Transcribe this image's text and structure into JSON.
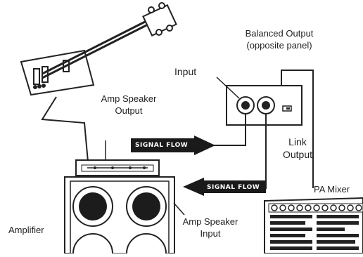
{
  "labels": {
    "balanced_output": "Balanced Output",
    "opposite_panel": "(opposite panel)",
    "input": "Input",
    "amp_speaker_output_l1": "Amp Speaker",
    "amp_speaker_output_l2": "Output",
    "link_output_l1": "Link",
    "link_output_l2": "Output",
    "pa_mixer": "PA Mixer",
    "amp_speaker_input_l1": "Amp Speaker",
    "amp_speaker_input_l2": "Input",
    "amplifier": "Amplifier"
  },
  "signal_flow": {
    "top": "SIGNAL FLOW",
    "bottom": "SIGNAL FLOW"
  },
  "colors": {
    "line": "#222222",
    "arrow_fill": "#1a1a1a",
    "speaker_fill": "#1c1c1c"
  },
  "icons": [
    "bass-guitar-icon",
    "di-box-icon",
    "amplifier-icon",
    "pa-mixer-icon"
  ]
}
